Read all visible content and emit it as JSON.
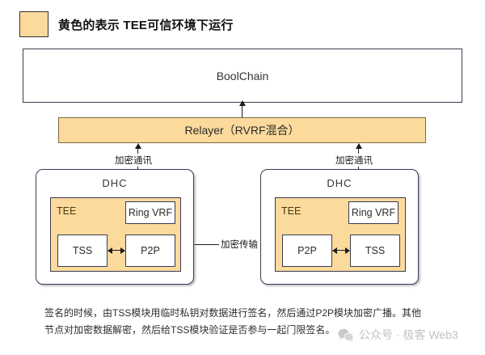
{
  "legend": {
    "swatch_color": "#fcda9c",
    "text": "黄色的表示 TEE可信环境下运行",
    "swatch_name": "yellow-legend-swatch"
  },
  "diagram": {
    "boolchain": {
      "label": "BoolChain"
    },
    "relayer": {
      "label": "Relayer（RVRF混合）"
    },
    "nodes": [
      {
        "title": "DHC",
        "tee_label": "TEE",
        "ring_vrf": "Ring VRF",
        "modules": [
          "TSS",
          "P2P"
        ]
      },
      {
        "title": "DHC",
        "tee_label": "TEE",
        "ring_vrf": "Ring VRF",
        "modules": [
          "P2P",
          "TSS"
        ]
      }
    ],
    "edges": {
      "left_uplink": "加密通讯",
      "right_uplink": "加密通讯",
      "peer_link": "加密传输"
    }
  },
  "caption": {
    "line1": "签名的时候，由TSS模块用临时私钥对数据进行签名，然后通过P2P模块加密广播。其他",
    "line2": "节点对加密数据解密，然后给TSS模块验证是否参与一起门限签名。"
  },
  "watermark": {
    "icon": "wechat-icon",
    "text": "公众号 · 极客 Web3"
  }
}
